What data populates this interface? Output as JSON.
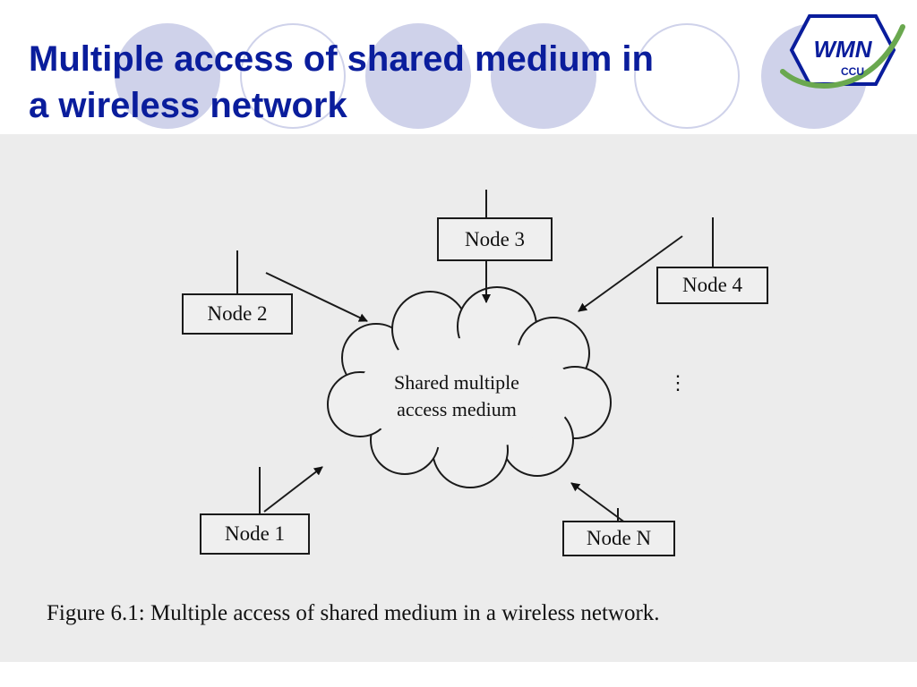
{
  "slide": {
    "title_lines": [
      "Multiple access of shared medium in",
      "a wireless network"
    ]
  },
  "logo": {
    "text": "WMN",
    "subtext": "CCU",
    "colors": {
      "hexagon": "#0a1d9c",
      "swoosh": "#6aa84f",
      "text": "#0a1d9c"
    }
  },
  "figure": {
    "nodes": {
      "node1": "Node 1",
      "node2": "Node 2",
      "node3": "Node 3",
      "node4": "Node 4",
      "nodeN": "Node N"
    },
    "medium_lines": [
      "Shared multiple",
      "access medium"
    ],
    "caption": "Figure 6.1:  Multiple access of shared medium in a wireless network.",
    "ellipsis": "⋮"
  },
  "colors": {
    "title": "#0a1d9c",
    "decor_circles": "#cfd2ea",
    "scan_background": "#ececec"
  }
}
